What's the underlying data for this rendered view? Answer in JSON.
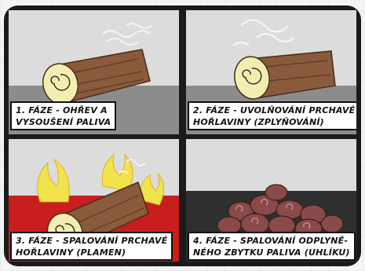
{
  "panels": [
    {
      "id": 1,
      "caption_lines": [
        "1. FÁZE - OHŘEV A",
        "VYSOUŠENÍ PALIVA"
      ]
    },
    {
      "id": 2,
      "caption_lines": [
        "2. FÁZE - UVOLŇOVÁNÍ PRCHAVÉ",
        "HOŘLAVINY (ZPLYŇOVÁNÍ)"
      ]
    },
    {
      "id": 3,
      "caption_lines": [
        "3. FÁZE - SPALOVÁNÍ PRCHAVÉ",
        "HOŘLAVINY (PLAMEN)"
      ]
    },
    {
      "id": 4,
      "caption_lines": [
        "4. FÁZE - SPALOVÁNÍ ODPLYNĚ-",
        "NÉHO ZBYTKU PALIVA (UHLÍKU)"
      ]
    }
  ],
  "colors": {
    "frame": "#1b1b1b",
    "wall": "#d9d9d9",
    "floor_gray": "#8c8c8c",
    "floor_red": "#c81e1e",
    "floor_dark": "#2f2f2f",
    "wood": "#8a5a3c",
    "wood_end": "#f3eeb0",
    "flame": "#f2e24c",
    "ember": "#8a4a4a"
  }
}
